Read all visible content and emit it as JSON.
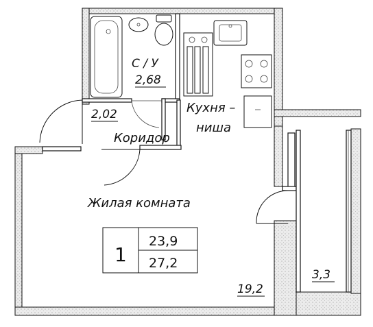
{
  "rooms": {
    "bathroom": {
      "name": "С / У",
      "area": "2,68"
    },
    "corridor": {
      "name": "Коридор",
      "area": "2,02"
    },
    "kitchen": {
      "name_line1": "Кухня –",
      "name_line2": "ниша"
    },
    "living": {
      "name": "Жилая комната",
      "area": "19,2"
    },
    "balcony": {
      "area": "3,3"
    }
  },
  "summary": {
    "rooms_count": "1",
    "living_area": "23,9",
    "total_area": "27,2"
  },
  "colors": {
    "wall_hatch": "#e6e6e6",
    "line": "#111111"
  }
}
